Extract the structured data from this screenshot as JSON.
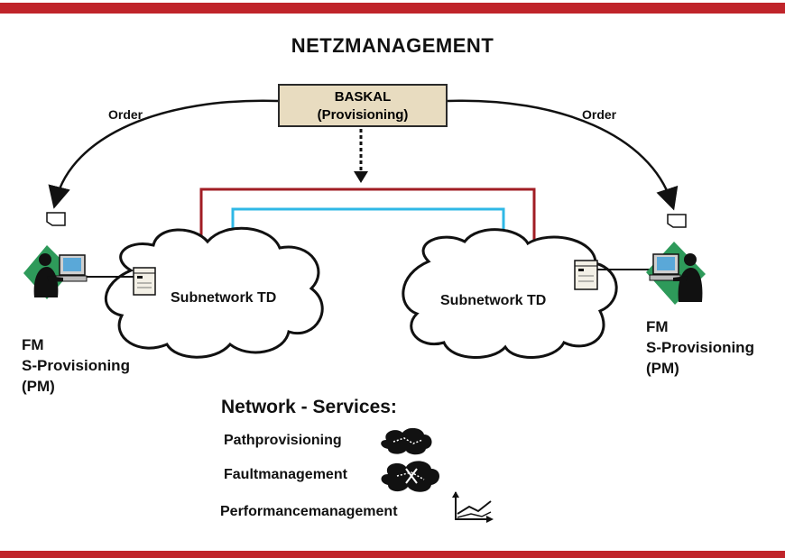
{
  "title": "NETZMANAGEMENT",
  "baskal": {
    "line1": "BASKAL",
    "line2": "(Provisioning)"
  },
  "order_left": "Order",
  "order_right": "Order",
  "subnet_left": "Subnetwork TD",
  "subnet_right": "Subnetwork TD",
  "left_station": {
    "line1": "FM",
    "line2": "S-Provisioning",
    "line3": "(PM)"
  },
  "right_station": {
    "line1": "FM",
    "line2": "S-Provisioning",
    "line3": "(PM)"
  },
  "services": {
    "title": "Network - Services:",
    "items": [
      "Pathprovisioning",
      "Faultmanagement",
      "Performancemanagement"
    ]
  },
  "colors": {
    "frame": "#c0242a",
    "red_path": "#a11d24",
    "blue_path": "#2fb8e6",
    "baskal_fill": "#e8dcc0",
    "station_bg": "#2e9a5a"
  },
  "icons": [
    "document-icon",
    "workstation-operator-icon",
    "server-icon",
    "cloud-icon",
    "path-cloud-icon",
    "fault-cloud-icon",
    "performance-chart-icon"
  ]
}
